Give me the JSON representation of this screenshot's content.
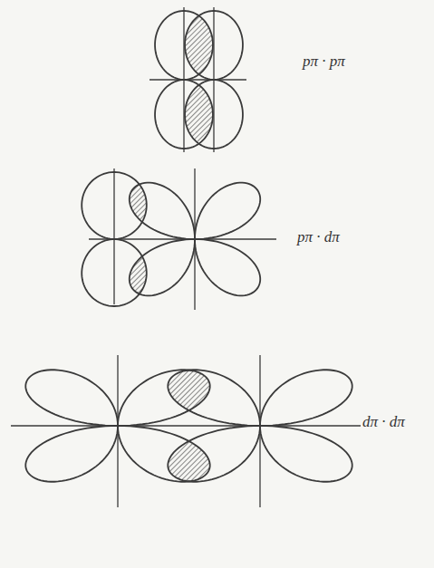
{
  "diagram": {
    "labels": [
      "pπ · pπ",
      "pπ · dπ",
      "dπ · dπ"
    ]
  }
}
